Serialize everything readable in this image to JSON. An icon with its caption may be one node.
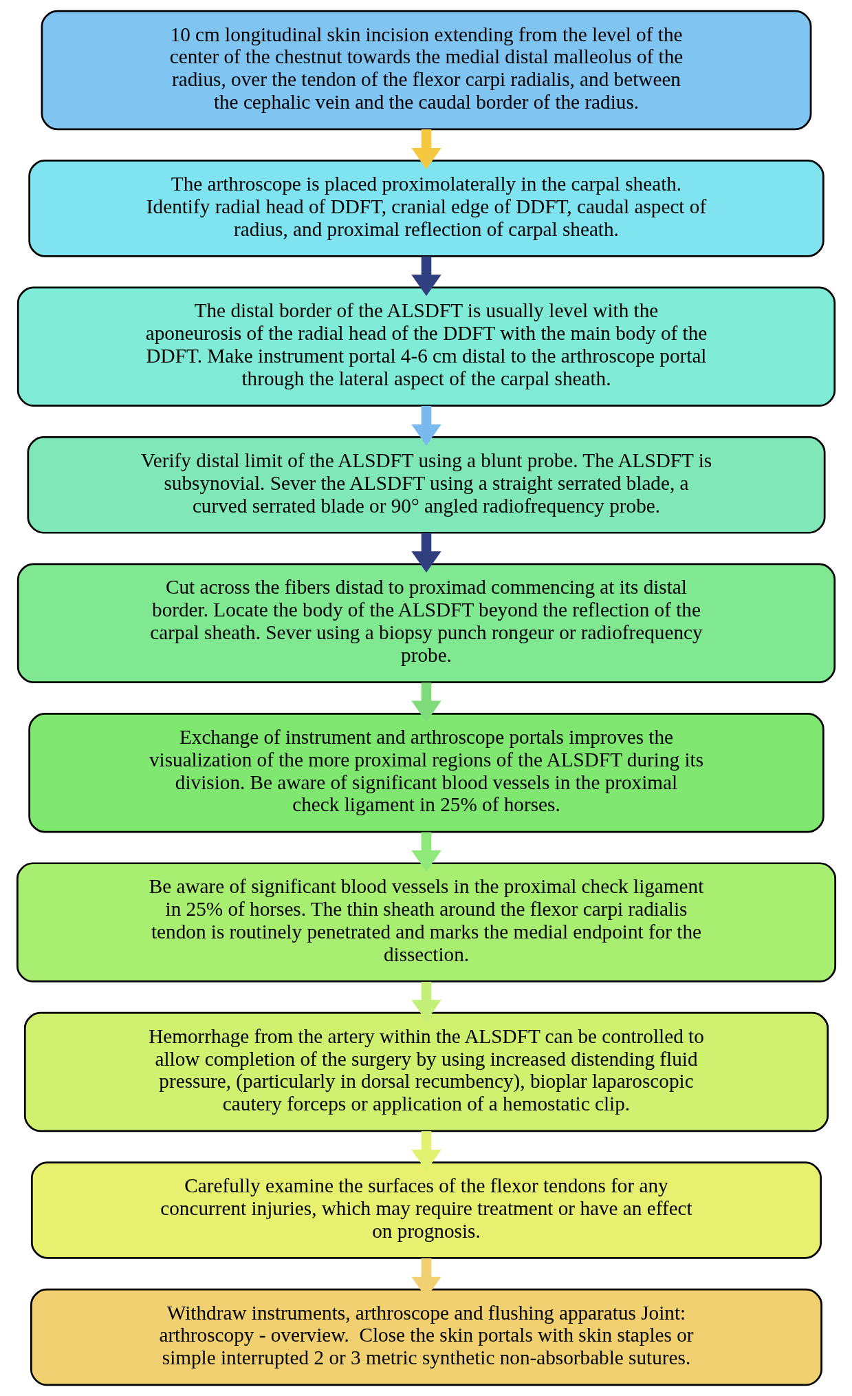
{
  "diagram": {
    "nodes": [
      {
        "text": [
          "10 cm longitudinal skin incision extending from the level of the center of the chestnut towards the medial distal malleolus of the radius, over the tendon of the flexor carpi radialis, and between the cephalic vein and the caudal border of the radius."
        ]
      },
      {
        "text": [
          "The arthroscope is placed proximolaterally in the carpal sheath. Identify radial head of DDFT, cranial edge of DDFT, caudal aspect of radius, and proximal reflection of carpal sheath."
        ]
      },
      {
        "text": [
          "The distal border of the ALSDFT is usually level with the aponeurosis of the radial head of the DDFT with the main body of the DDFT. Make instrument portal 4-6 cm distal to the arthroscope portal through the lateral aspect of the carpal sheath."
        ]
      },
      {
        "text": [
          "Verify distal limit of the ALSDFT using a blunt probe. The ALSDFT is subsynovial. Sever the ALSDFT using a straight serrated blade, a curved serrated blade or 90° angled radiofrequency probe."
        ]
      },
      {
        "text": [
          "Cut across the fibers distad to proximad commencing at its distal border. Locate the body of the ALSDFT beyond the reflection of the carpal sheath. Sever using a biopsy punch rongeur or radiofrequency probe."
        ]
      },
      {
        "text": [
          "Exchange of instrument and arthroscope portals improves the visualization of the more proximal regions of the ALSDFT during its division. Be aware of significant blood vessels in the proximal check ligament in 25% of horses."
        ]
      },
      {
        "text": [
          "Be aware of significant blood vessels in the proximal check ligament in 25% of horses. The thin sheath around the flexor carpi radialis tendon is routinely penetrated and marks the medial endpoint for the dissection."
        ]
      },
      {
        "text": [
          "Hemorrhage from the artery within the ALSDFT can be controlled to allow completion of the surgery by using increased distending fluid pressure, (particularly in dorsal recumbency), bioplar laparoscopic cautery forceps or application of a hemostatic clip."
        ]
      },
      {
        "text": [
          "Carefully examine the surfaces of the flexor tendons for any concurrent injuries, which may require treatment or have an effect on prognosis."
        ]
      },
      {
        "text": [
          "Withdraw instruments, arthroscope and flushing apparatus Joint: arthroscopy - overview.  Close the skin portals with skin staples or simple interrupted 2 or 3 metric synthetic non-absorbable sutures."
        ]
      }
    ],
    "edges": [
      {
        "from": 0,
        "to": 1,
        "arrow": "to",
        "color": "#f5c842"
      },
      {
        "from": 1,
        "to": 2,
        "arrow": "to",
        "color": "#2f3f7f"
      },
      {
        "from": 2,
        "to": 3,
        "arrow": "to",
        "color": "#7ab8f0"
      },
      {
        "from": 3,
        "to": 4,
        "arrow": "to",
        "color": "#2f3f7f"
      },
      {
        "from": 4,
        "to": 5,
        "arrow": "to",
        "color": "#7fdc7a"
      },
      {
        "from": 5,
        "to": 6,
        "arrow": "to",
        "color": "#8fe87a"
      },
      {
        "from": 6,
        "to": 7,
        "arrow": "to",
        "color": "#c4f07a"
      },
      {
        "from": 7,
        "to": 8,
        "arrow": "to",
        "color": "#e0f070"
      },
      {
        "from": 8,
        "to": 9,
        "arrow": "to",
        "color": "#f0d070"
      }
    ]
  }
}
